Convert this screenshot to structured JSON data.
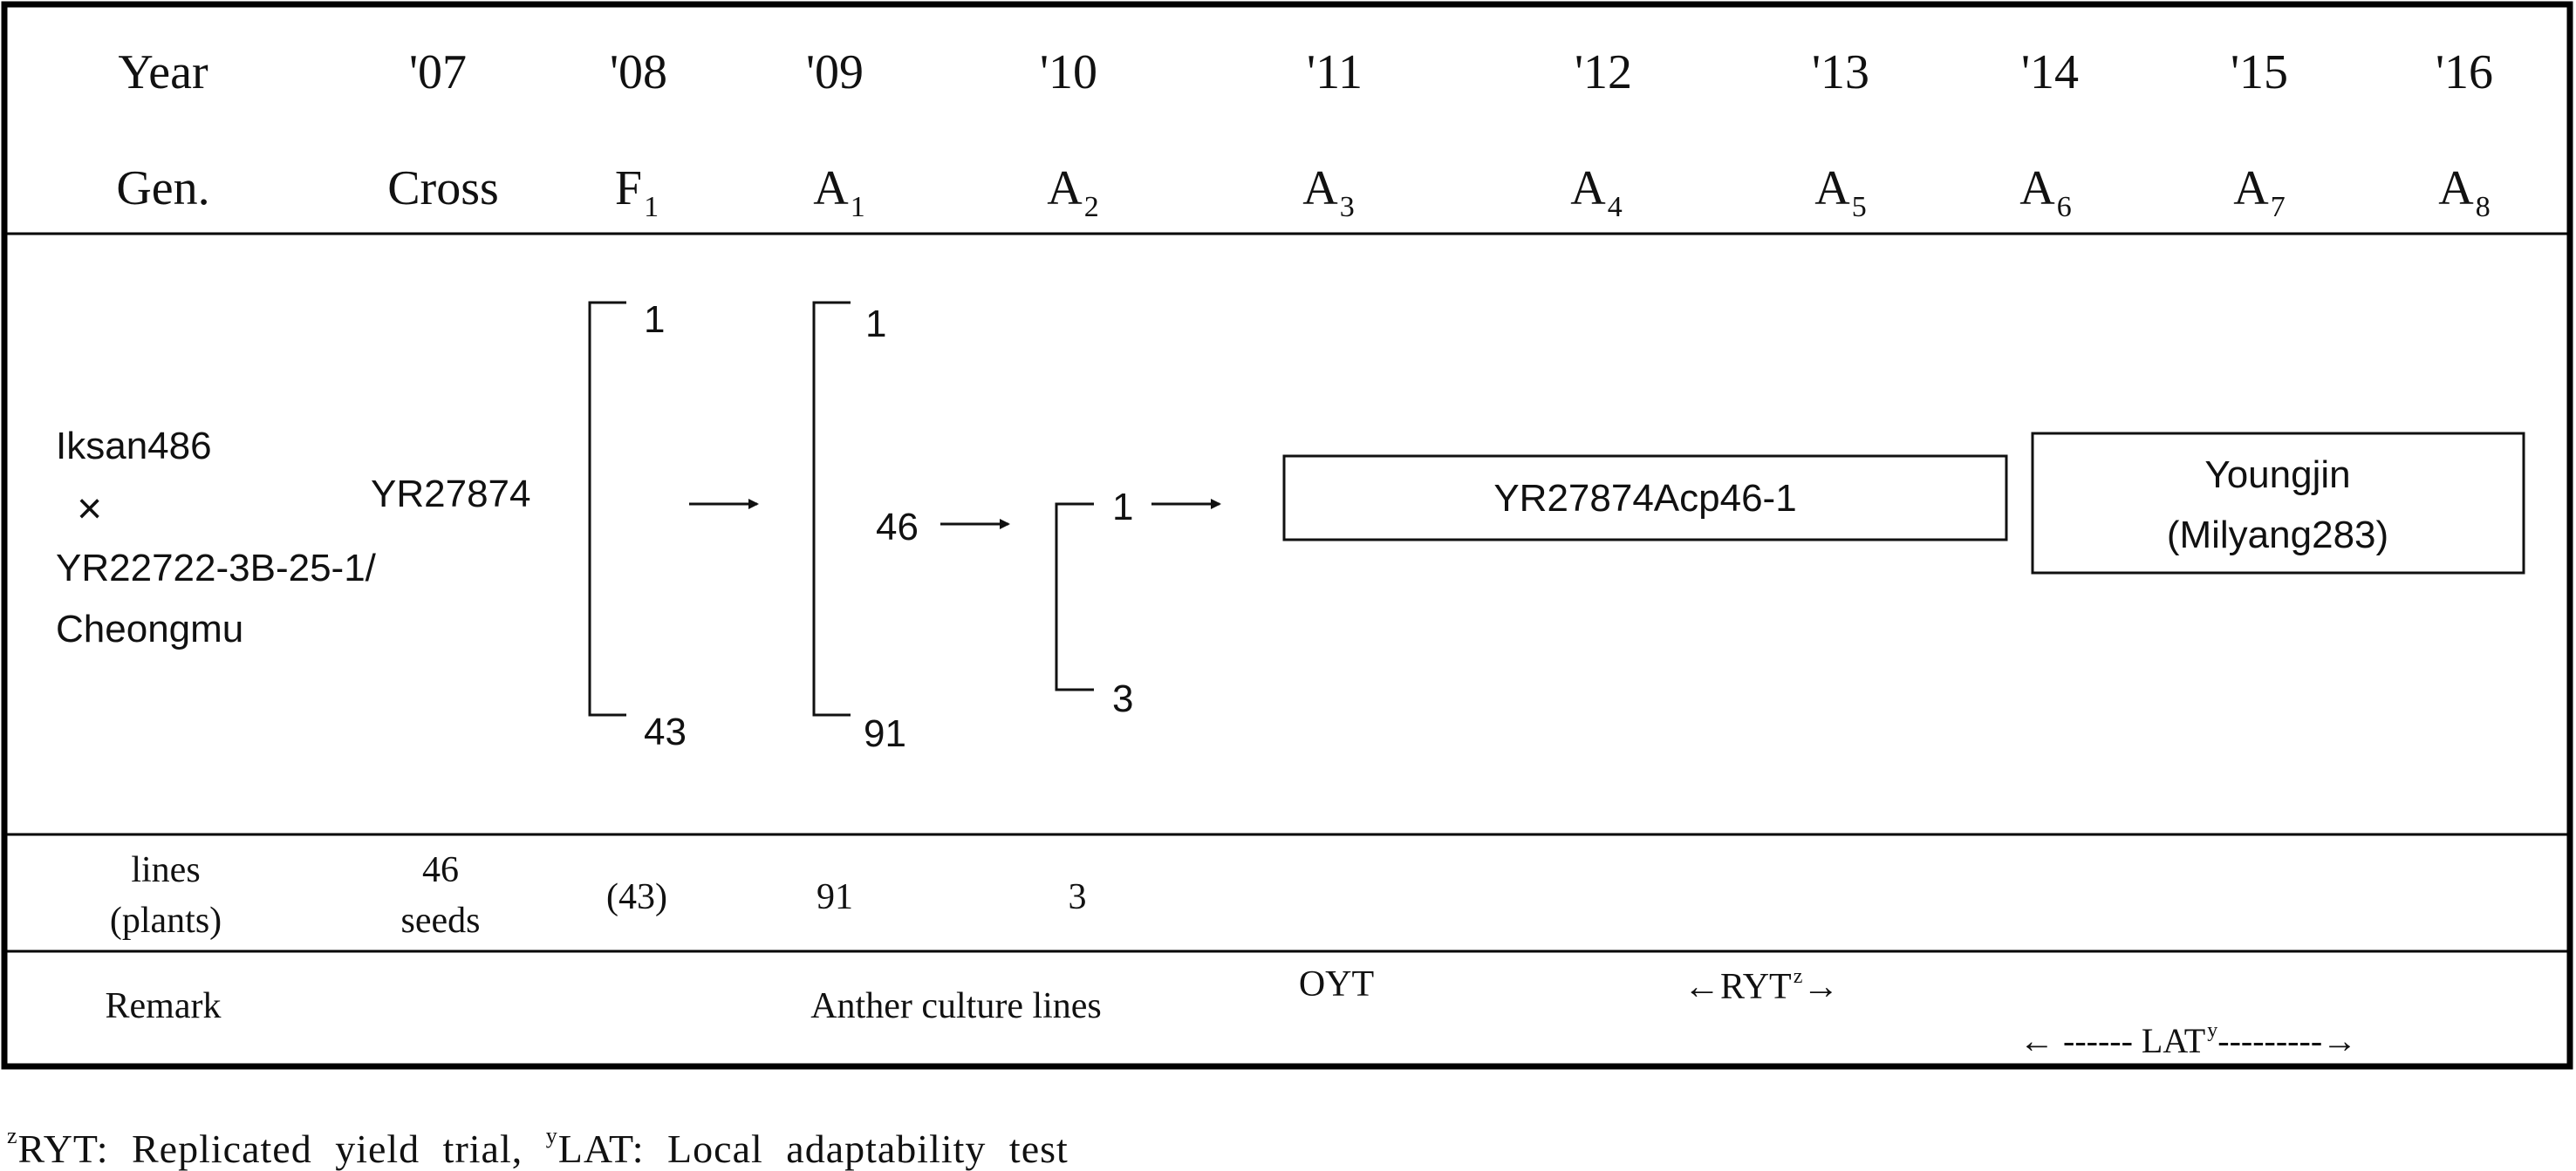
{
  "header": {
    "year_label": "Year",
    "years": [
      "'07",
      "'08",
      "'09",
      "'10",
      "'11",
      "'12",
      "'13",
      "'14",
      "'15",
      "'16"
    ],
    "gen_label": "Gen.",
    "generations": [
      {
        "base": "Cross",
        "sub": ""
      },
      {
        "base": "F",
        "sub": "1"
      },
      {
        "base": "A",
        "sub": "1"
      },
      {
        "base": "A",
        "sub": "2"
      },
      {
        "base": "A",
        "sub": "3"
      },
      {
        "base": "A",
        "sub": "4"
      },
      {
        "base": "A",
        "sub": "5"
      },
      {
        "base": "A",
        "sub": "6"
      },
      {
        "base": "A",
        "sub": "7"
      },
      {
        "base": "A",
        "sub": "8"
      }
    ]
  },
  "pedigree": {
    "parent_female": "Iksan486",
    "cross_symbol": "×",
    "parent_male_line1": "YR22722-3B-25-1/",
    "parent_male_line2": "Cheongmu",
    "cross_name": "YR27874",
    "f1_first": "1",
    "f1_last": "43",
    "a1_first": "1",
    "a1_selected": "46",
    "a1_last": "91",
    "a2_selected": "1",
    "a2_last": "3",
    "selected_line": "YR27874Acp46-1",
    "variety_name": "Youngjin",
    "variety_code": "(Milyang283)"
  },
  "counts": {
    "label_line1": "lines",
    "label_line2": "(plants)",
    "cross_line1": "46",
    "cross_line2": "seeds",
    "f1": "(43)",
    "a1": "91",
    "a2": "3"
  },
  "remark": {
    "label": "Remark",
    "anther": "Anther culture lines",
    "oyt": "OYT",
    "ryt_left": "←RYT",
    "ryt_sup": "z",
    "ryt_right": "→",
    "lat_left": "← ------ LAT",
    "lat_sup": "y",
    "lat_right": "---------→"
  },
  "footnote": {
    "z_mark": "z",
    "z_text": "RYT: Replicated yield trial,",
    "y_mark": "y",
    "y_text": "LAT: Local adaptability test"
  }
}
